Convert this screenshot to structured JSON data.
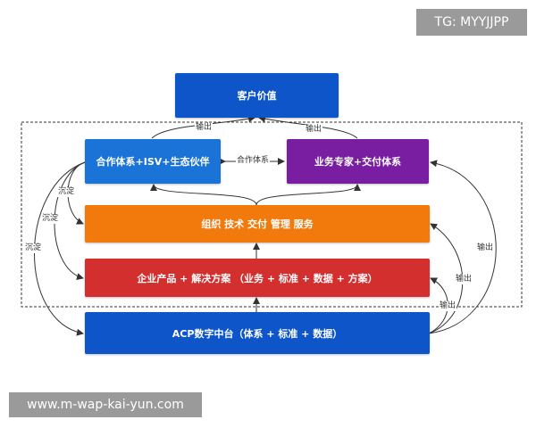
{
  "watermarks": {
    "top_right": "TG: MYYJJPP",
    "bottom_left": "www.m-wap-kai-yun.com"
  },
  "nodes": {
    "customer_value": "客户价值",
    "partner_system": "合作体系+ISV+生态伙伴",
    "expert_delivery": "业务专家+交付体系",
    "organization": "组织  技术  交付  管理  服务",
    "enterprise_products": "企业产品 + 解决方案 （业务 + 标准 + 数据 + 方案）",
    "acp_platform": "ACP数字中台（体系 + 标准 + 数据）"
  },
  "edge_labels": {
    "output_left_top": "输出",
    "output_right_top": "输出",
    "cooperation": "合作体系",
    "settle_1": "沉淀",
    "settle_2": "沉淀",
    "settle_3": "沉淀",
    "output_right_1": "输出",
    "output_right_2": "输出",
    "output_right_3": "输出"
  },
  "colors": {
    "customer_value": "#0d55c9",
    "partner_system": "#1a73d6",
    "expert_delivery": "#7a1ea1",
    "organization": "#f27a0c",
    "enterprise_products": "#d32f2f",
    "acp_platform": "#0d55c9",
    "line": "#333333"
  }
}
